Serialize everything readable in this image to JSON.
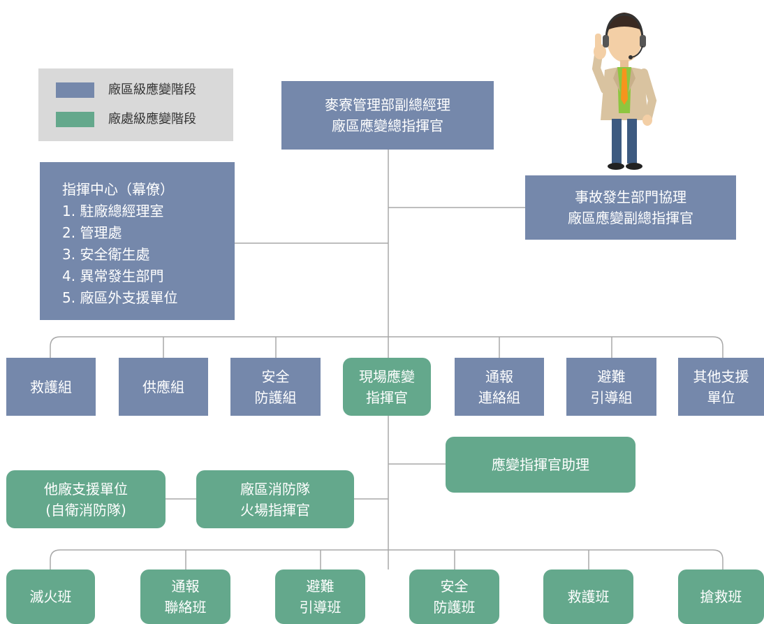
{
  "legend": {
    "items": [
      {
        "label": "廠區級應變階段",
        "color": "#7588ab"
      },
      {
        "label": "廠處級應變階段",
        "color": "#64a88c"
      }
    ]
  },
  "top": {
    "commander_line1": "麥寮管理部副總經理",
    "commander_line2": "廠區應變總指揮官",
    "deputy_line1": "事故發生部門協理",
    "deputy_line2": "廠區應變副總指揮官"
  },
  "command_center": {
    "title": "指揮中心（幕僚）",
    "items": [
      "1. 駐廠總經理室",
      "2. 管理處",
      "3. 安全衛生處",
      "4. 異常發生部門",
      "5. 廠區外支援單位"
    ]
  },
  "groups": [
    "救護組",
    "供應組",
    "安全\n防護組",
    "現場應變\n指揮官",
    "通報\n連絡組",
    "避難\n引導組",
    "其他支援\n單位"
  ],
  "assistant": "應變指揮官助理",
  "fire_commander": "廠區消防隊\n火場指揮官",
  "support_unit": "他廠支援單位\n(自衛消防隊)",
  "teams": [
    "滅火班",
    "通報\n聯絡班",
    "避難\n引導班",
    "安全\n防護班",
    "救護班",
    "搶救班"
  ],
  "icons": {
    "person": "headset-presenter-icon"
  }
}
